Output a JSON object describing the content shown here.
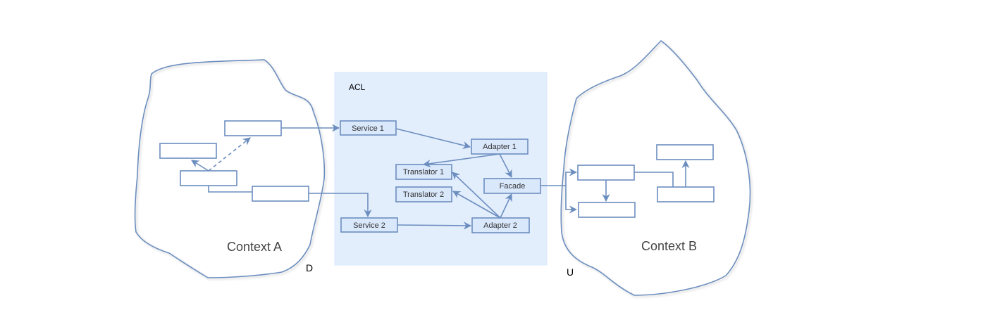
{
  "acl": {
    "title": "ACL"
  },
  "context_a": {
    "label": "Context A",
    "side": "D"
  },
  "context_b": {
    "label": "Context B",
    "side": "U"
  },
  "nodes": {
    "service1": "Service 1",
    "service2": "Service 2",
    "adapter1": "Adapter 1",
    "adapter2": "Adapter 2",
    "translator1": "Translator 1",
    "translator2": "Translator 2",
    "facade": "Facade"
  },
  "colors": {
    "stroke": "#6c8ebf",
    "acl_fill": "#dae8fc"
  }
}
